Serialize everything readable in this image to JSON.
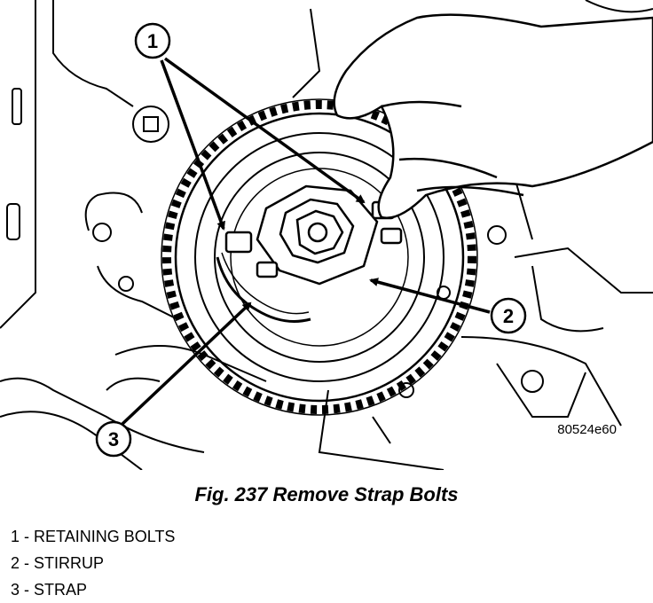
{
  "figure": {
    "callouts": [
      {
        "number": "1"
      },
      {
        "number": "2"
      },
      {
        "number": "3"
      }
    ],
    "drawing_code": "80524e60"
  },
  "caption": "Fig. 237 Remove Strap Bolts",
  "legend": [
    {
      "number": "1",
      "separator": "-",
      "text": "RETAINING BOLTS"
    },
    {
      "number": "2",
      "separator": "-",
      "text": "STIRRUP"
    },
    {
      "number": "3",
      "separator": "-",
      "text": "STRAP"
    }
  ]
}
